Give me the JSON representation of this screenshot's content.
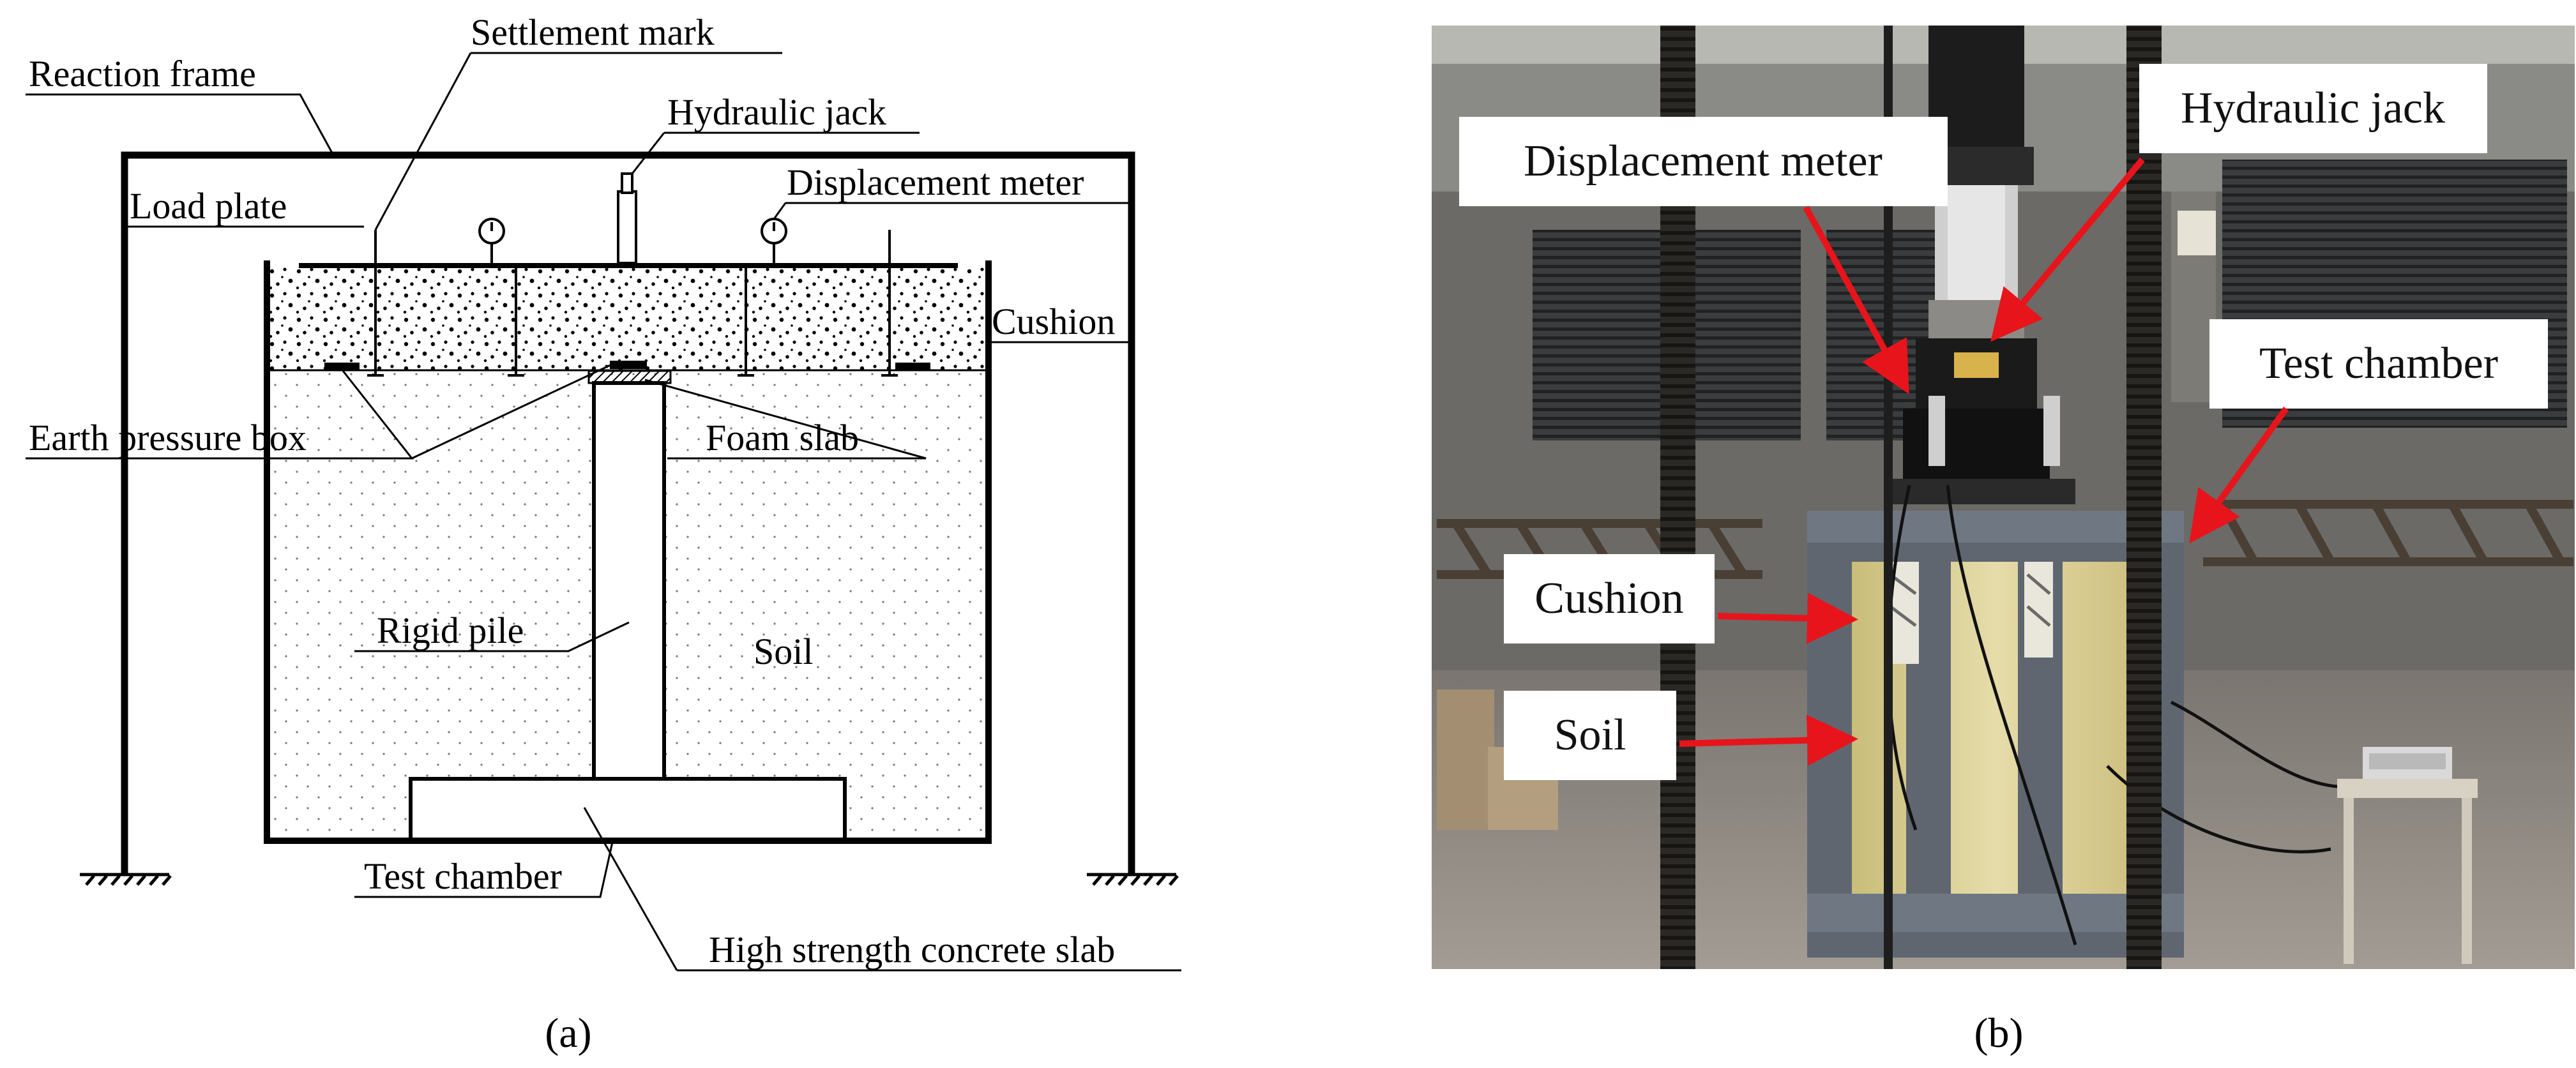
{
  "figure": {
    "panel_a": {
      "caption": "(a)",
      "labels": {
        "settlement_mark": "Settlement mark",
        "reaction_frame": "Reaction frame",
        "hydraulic_jack": "Hydraulic jack",
        "load_plate": "Load plate",
        "displacement_meter": "Displacement meter",
        "cushion": "Cushion",
        "earth_pressure_box": "Earth pressure box",
        "foam_slab": "Foam slab",
        "rigid_pile": "Rigid pile",
        "soil": "Soil",
        "test_chamber": "Test chamber",
        "high_strength_concrete_slab": "High strength concrete slab"
      }
    },
    "panel_b": {
      "caption": "(b)",
      "labels": {
        "hydraulic_jack": "Hydraulic jack",
        "displacement_meter": "Displacement meter",
        "test_chamber": "Test chamber",
        "cushion": "Cushion",
        "soil": "Soil"
      }
    }
  },
  "colors": {
    "annotation_arrow": "#e8141b",
    "frame_line": "#000000",
    "chamber_steel": "#5f6670",
    "soil_fill": "#d9cf8f",
    "photo_background": "#6b6a66"
  }
}
